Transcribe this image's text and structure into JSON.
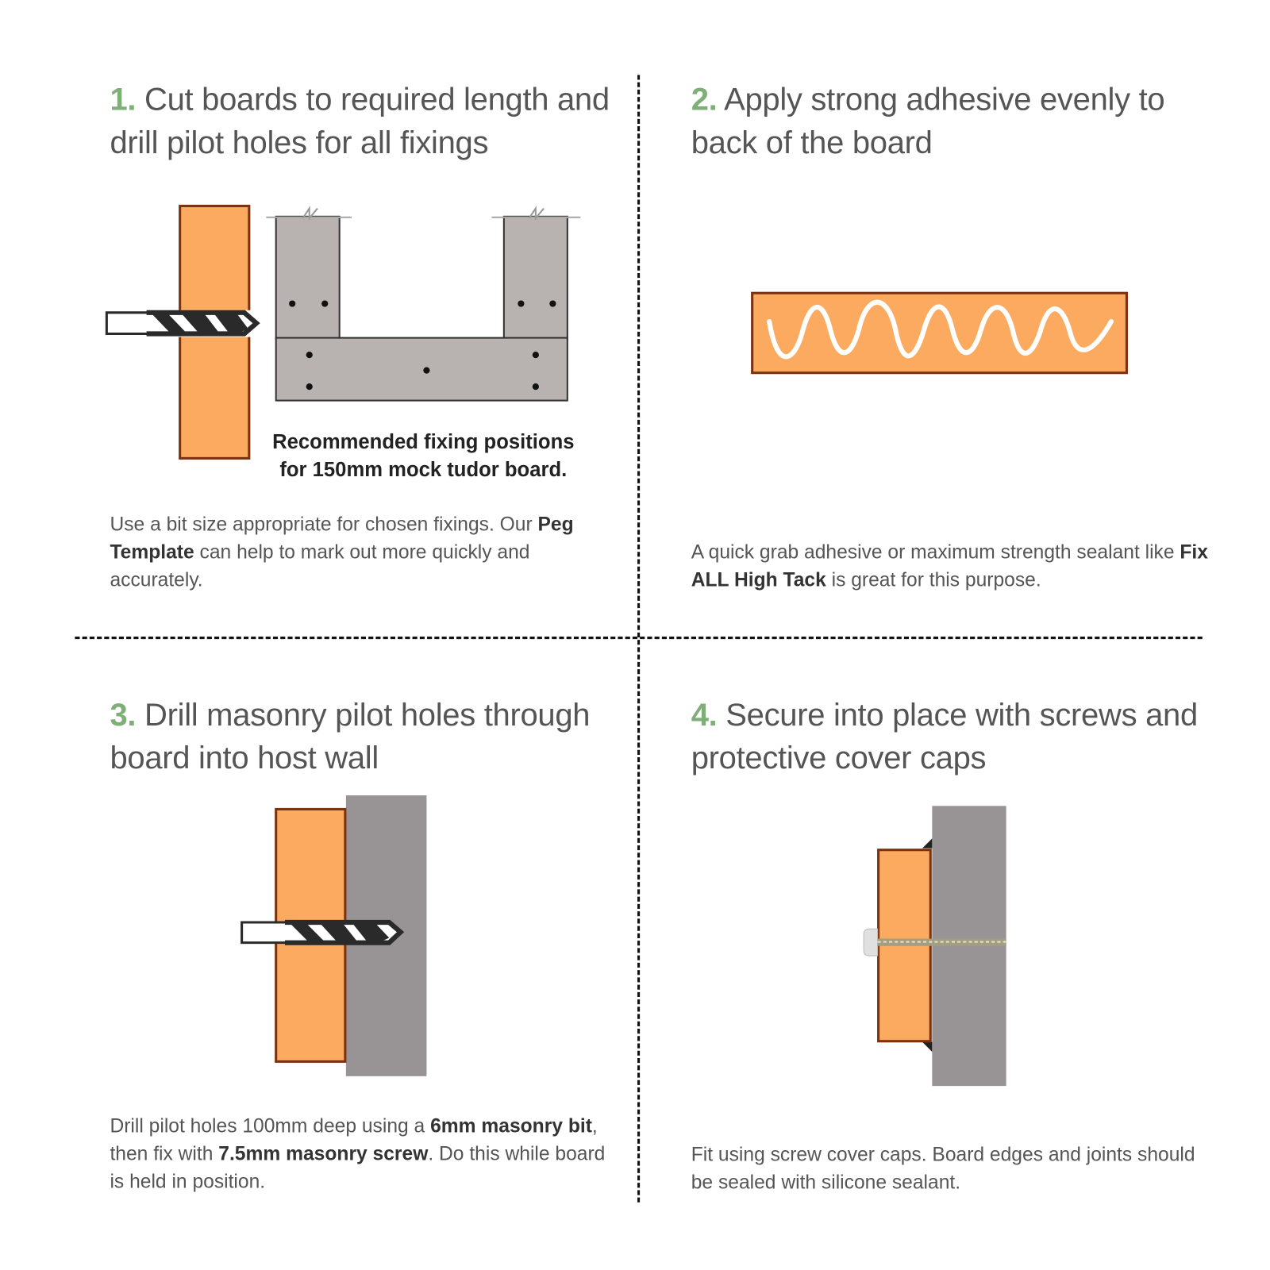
{
  "steps": [
    {
      "number": "1.",
      "title": "Cut boards to required length and drill pilot holes for all fixings",
      "caption_line1": "Recommended fixing positions",
      "caption_line2": "for 150mm mock tudor board.",
      "body": [
        "Use a bit size appropriate for chosen fixings. Our ",
        "Peg Template",
        " can help to mark out more quickly and accurately."
      ]
    },
    {
      "number": "2.",
      "title": "Apply strong adhesive evenly to back of the board",
      "body": [
        "A quick grab adhesive or maximum strength sealant like ",
        "Fix ALL High Tack",
        " is great for this purpose."
      ]
    },
    {
      "number": "3.",
      "title": "Drill masonry pilot holes through board into host wall",
      "body": [
        "Drill pilot holes 100mm deep using a ",
        "6mm masonry bit",
        ", then fix with ",
        "7.5mm masonry screw",
        ". Do this while board is held in position."
      ]
    },
    {
      "number": "4.",
      "title": "Secure into place with screws and protective cover caps",
      "body": [
        "Fit using screw cover caps. Board edges and joints should be sealed with silicone sealant."
      ]
    }
  ],
  "colors": {
    "accent": "#7fae78",
    "board": "#fbaa5f",
    "board_edge": "#7a3210",
    "wall": "#989495",
    "tudor": "#b8b3b0"
  }
}
